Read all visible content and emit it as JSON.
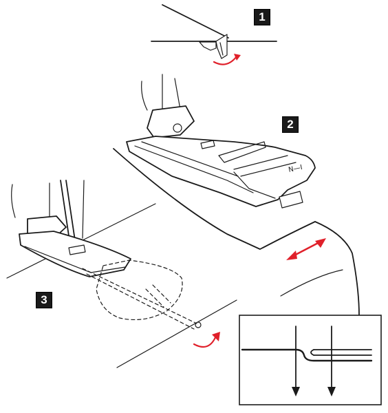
{
  "steps": [
    {
      "label": "1"
    },
    {
      "label": "2"
    },
    {
      "label": "3"
    }
  ],
  "foot_marking": "N—I",
  "colors": {
    "line": "#1a1a1a",
    "arrow_accent": "#e0202a",
    "background": "#ffffff"
  }
}
